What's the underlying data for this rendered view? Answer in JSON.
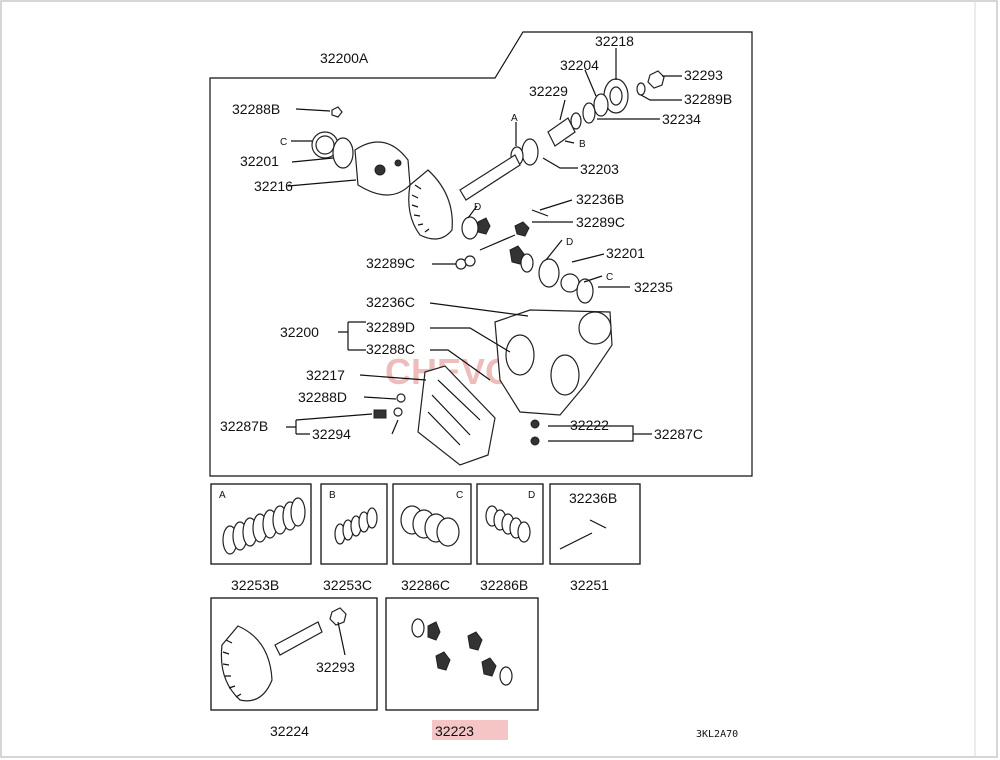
{
  "labels": {
    "asm": "32200A",
    "l32218": "32218",
    "l32204": "32204",
    "l32293": "32293",
    "l32289B": "32289B",
    "l32229": "32229",
    "l32234": "32234",
    "lA": "A",
    "lB": "B",
    "l32203": "32203",
    "l32288B": "32288B",
    "lC1": "C",
    "l32201a": "32201",
    "l32216": "32216",
    "lD1": "D",
    "l32236B": "32236B",
    "l32289Ca": "32289C",
    "lD2": "D",
    "l32201b": "32201",
    "l32289Cb": "32289C",
    "lC2": "C",
    "l32235": "32235",
    "l32236C": "32236C",
    "l32200": "32200",
    "l32289D": "32289D",
    "l32288C": "32288C",
    "l32217": "32217",
    "l32288D": "32288D",
    "l32287B": "32287B",
    "l32294": "32294",
    "l32222": "32222",
    "l32287C": "32287C",
    "kA": "A",
    "kB": "B",
    "kC": "C",
    "kD": "D",
    "k32236B": "32236B",
    "b32253B": "32253B",
    "b32253C": "32253C",
    "b32286C": "32286C",
    "b32286B": "32286B",
    "b32251": "32251",
    "b32293": "32293",
    "b32224": "32224",
    "b32223": "32223",
    "ref": "3KL2A70"
  },
  "colors": {
    "highlight": "#f5c4c4",
    "line": "#111111"
  }
}
